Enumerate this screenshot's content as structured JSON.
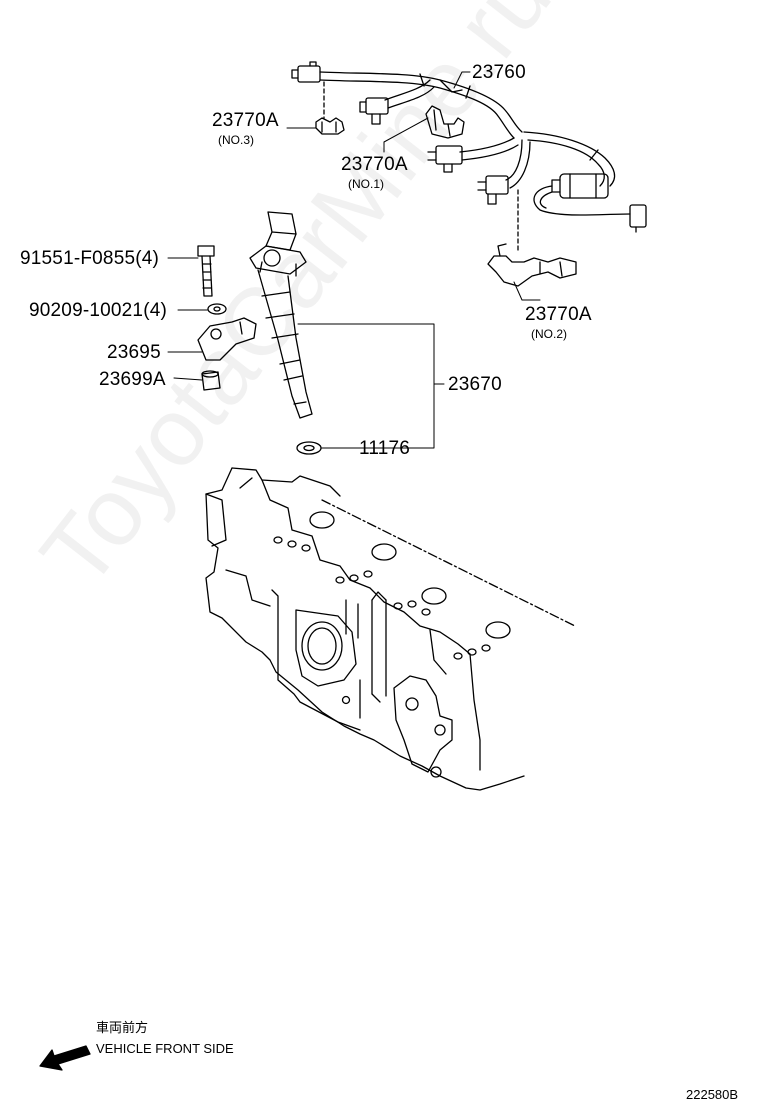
{
  "watermark": "ToyotaCarMine.ru",
  "parts": {
    "p23760": "23760",
    "p23770a_no3": "23770A",
    "p23770a_no3_sub": "(NO.3)",
    "p23770a_no1": "23770A",
    "p23770a_no1_sub": "(NO.1)",
    "p23770a_no2": "23770A",
    "p23770a_no2_sub": "(NO.2)",
    "p91551": "91551-F0855(4)",
    "p90209": "90209-10021(4)",
    "p23695": "23695",
    "p23699a": "23699A",
    "p23670": "23670",
    "p11176": "11176"
  },
  "front_note": {
    "jp": "車両前方",
    "en": "VEHICLE FRONT SIDE"
  },
  "diagram_ref": "222580B",
  "icons": {
    "arrow": "front-arrow-icon"
  }
}
